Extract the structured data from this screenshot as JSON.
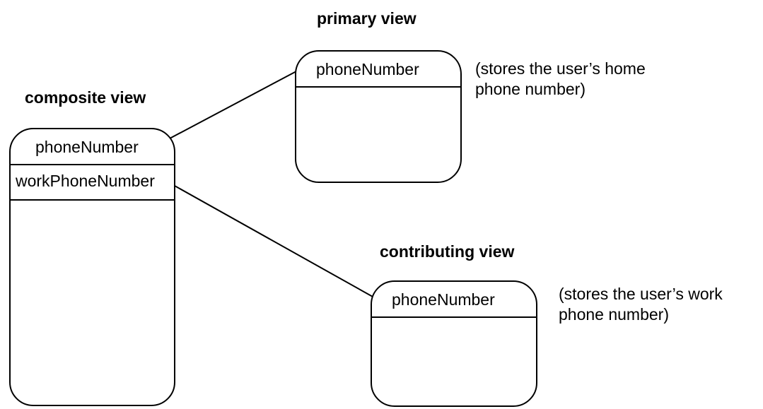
{
  "primary": {
    "heading": "primary view",
    "field": "phoneNumber",
    "note": "(stores the user’s home phone number)"
  },
  "composite": {
    "heading": "composite view",
    "fields": [
      "phoneNumber",
      "workPhoneNumber"
    ]
  },
  "contributing": {
    "heading": "contributing view",
    "field": "phoneNumber",
    "note": "(stores the user’s work phone number)"
  }
}
